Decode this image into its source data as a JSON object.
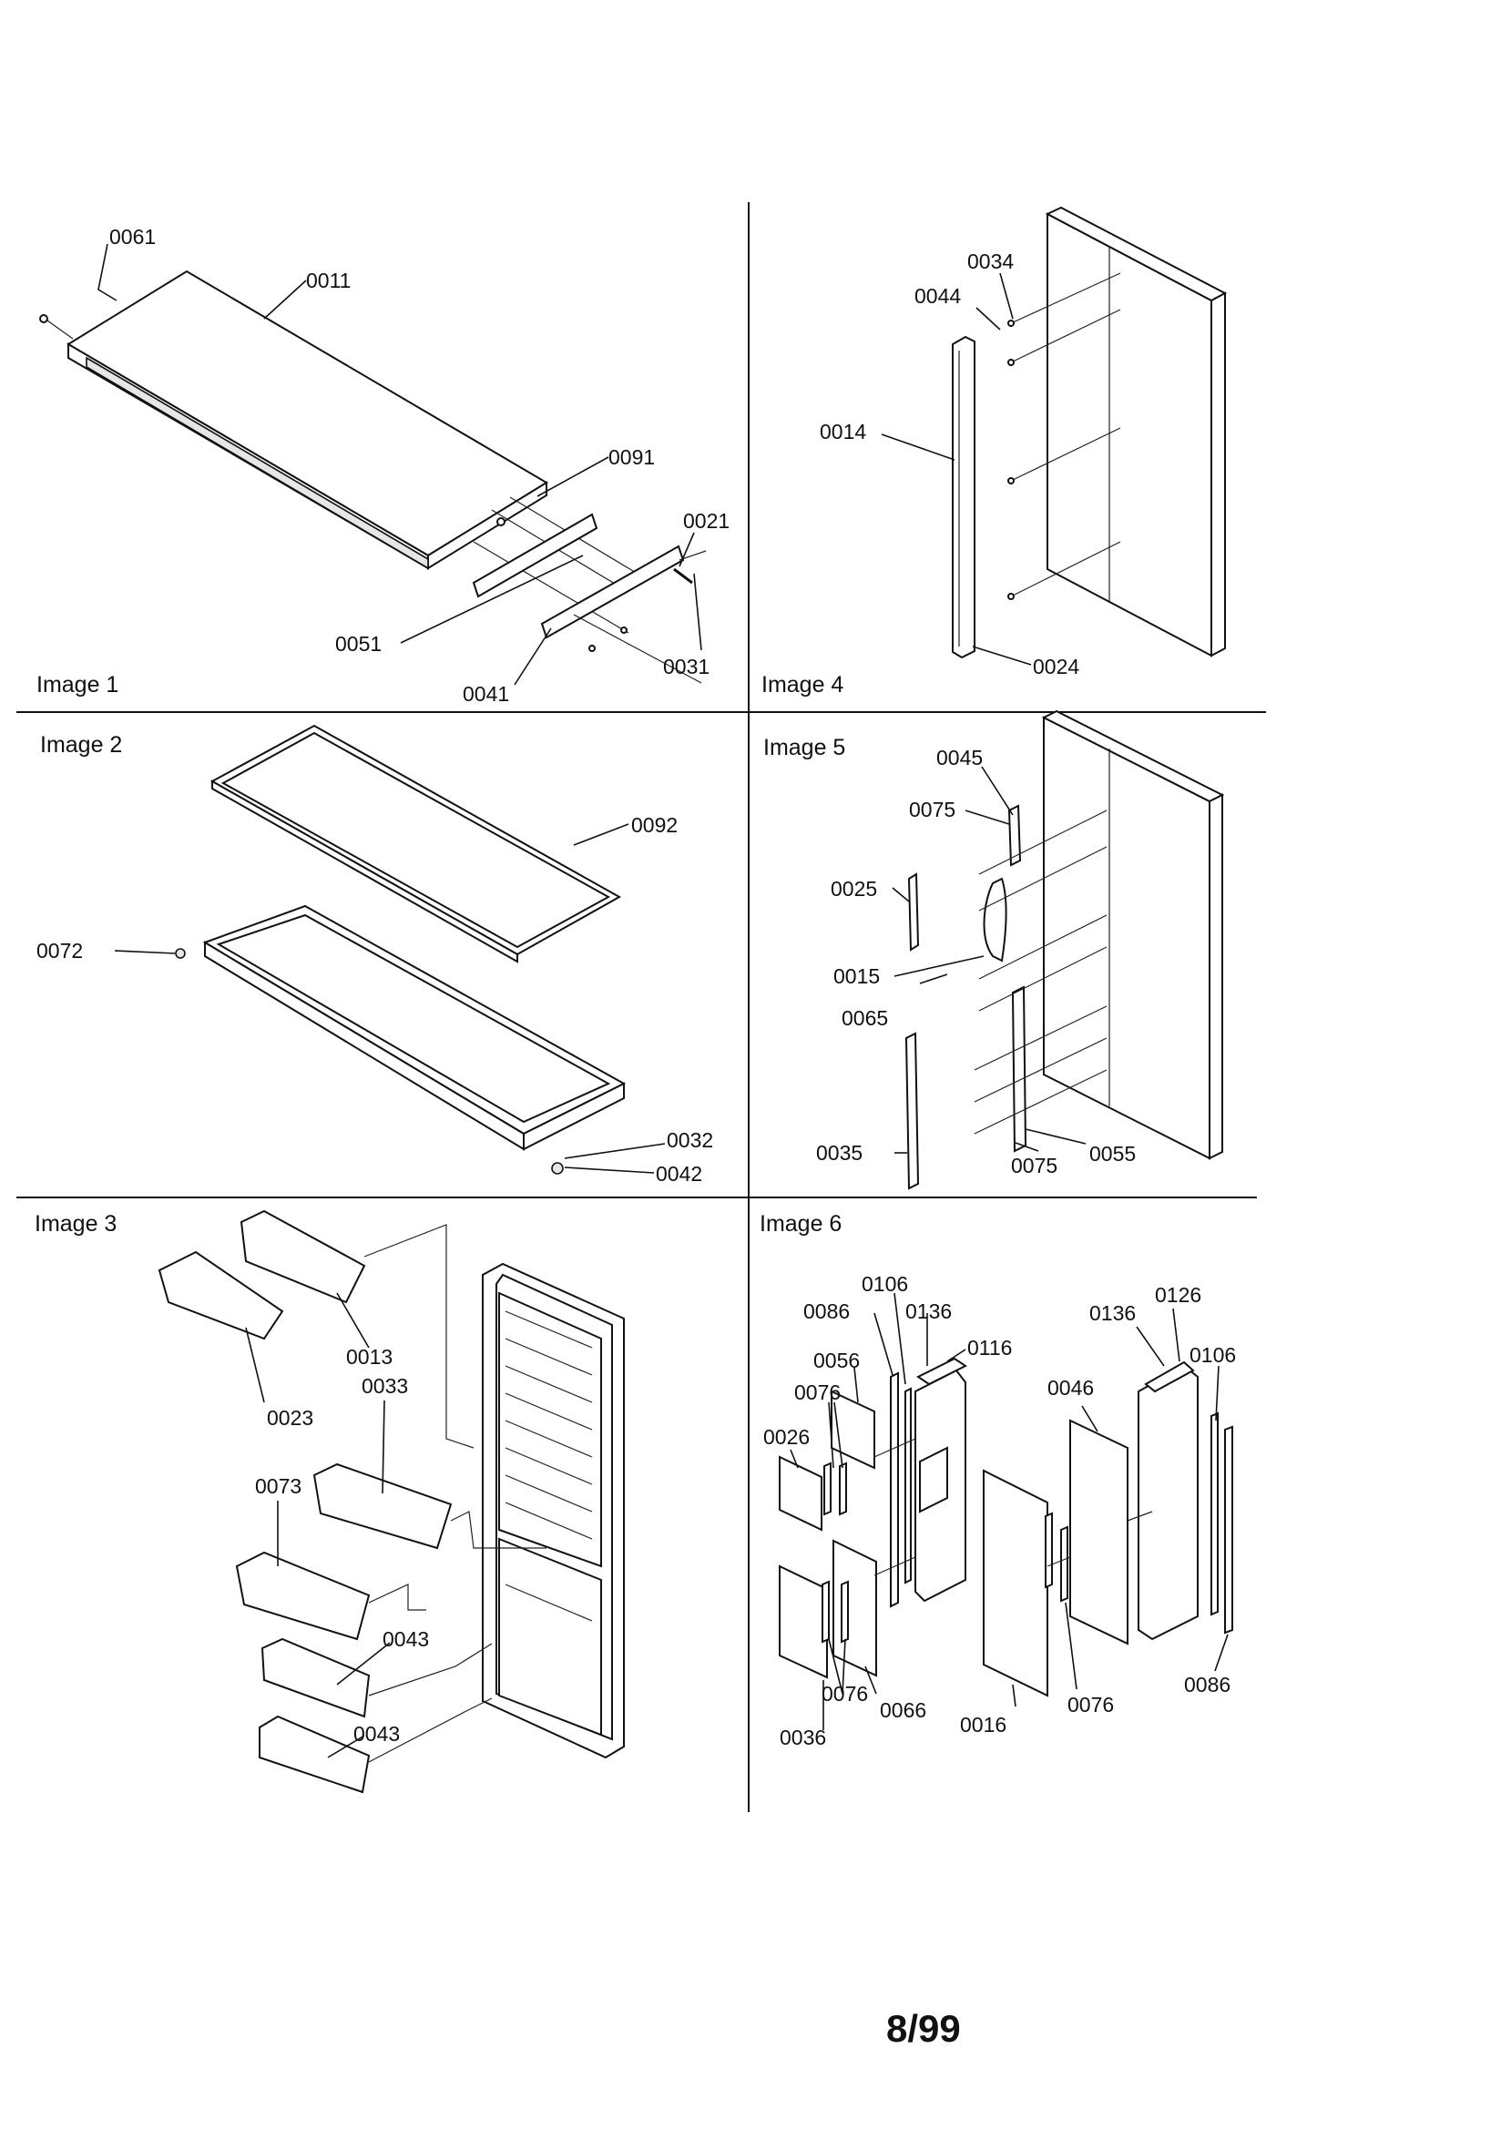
{
  "page_number": "8/99",
  "panels": [
    {
      "title": "Image 1",
      "parts": [
        "0061",
        "0011",
        "0091",
        "0021",
        "0051",
        "0031",
        "0041"
      ]
    },
    {
      "title": "Image 2",
      "parts": [
        "0092",
        "0072",
        "0032",
        "0042"
      ]
    },
    {
      "title": "Image 3",
      "parts": [
        "0013",
        "0023",
        "0033",
        "0073",
        "0043",
        "0043"
      ]
    },
    {
      "title": "Image 4",
      "parts": [
        "0034",
        "0044",
        "0014",
        "0024"
      ]
    },
    {
      "title": "Image 5",
      "parts": [
        "0045",
        "0075",
        "0025",
        "0015",
        "0065",
        "0035",
        "0075",
        "0055"
      ]
    },
    {
      "title": "Image 6",
      "parts": [
        "0106",
        "0086",
        "0136",
        "0116",
        "0056",
        "0076",
        "0026",
        "0136",
        "0126",
        "0106",
        "0046",
        "0036",
        "0076",
        "0066",
        "0016",
        "0076",
        "0086"
      ]
    }
  ]
}
